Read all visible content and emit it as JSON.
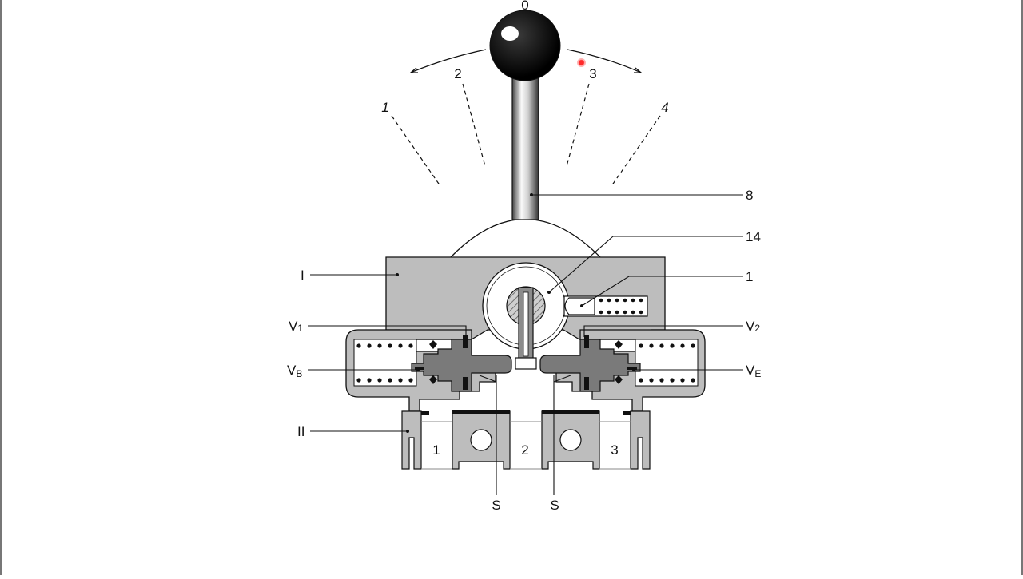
{
  "diagram": {
    "positions": {
      "zero": "0",
      "one": "1",
      "two": "2",
      "three": "3",
      "four": "4"
    },
    "callouts": {
      "lever": "8",
      "pivot_ball": "14",
      "detent_ball": "1",
      "housing_upper": "I",
      "housing_lower": "II",
      "valve_left": "V",
      "valve_left_sub": "1",
      "valve_right": "V",
      "valve_right_sub": "2",
      "valve_b": "V",
      "valve_b_sub": "B",
      "valve_e": "V",
      "valve_e_sub": "E",
      "seal_left": "S",
      "seal_right": "S"
    },
    "ports": {
      "port1": "1",
      "port2": "2",
      "port3": "3"
    },
    "colors": {
      "body": "#bdbdbd",
      "dark_part": "#7a7a7a",
      "knob": "#000000"
    }
  }
}
